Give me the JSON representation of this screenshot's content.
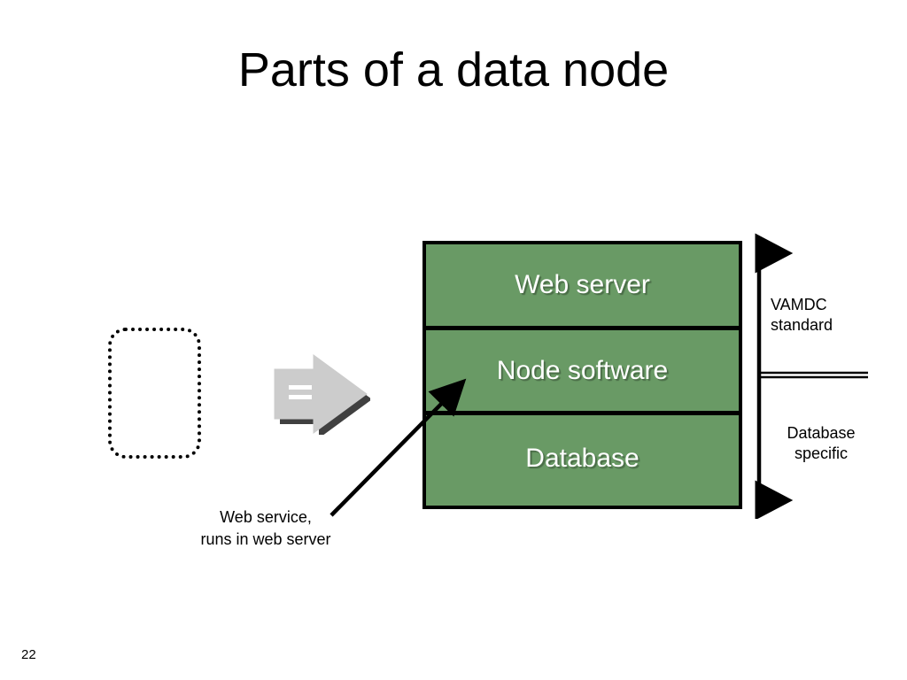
{
  "slide": {
    "title": "Parts of a data node",
    "page_number": "22",
    "background_color": "#ffffff"
  },
  "diagram": {
    "node_stack": {
      "fill_color": "#699a65",
      "border_color": "#000000",
      "text_color": "#ffffff",
      "layers": [
        {
          "label": "Web server"
        },
        {
          "label": "Node software"
        },
        {
          "label": "Database"
        }
      ]
    },
    "placeholder_box": {
      "label": "",
      "border_style": "dotted",
      "border_color": "#000000"
    },
    "equals_arrow": {
      "symbol": "=",
      "fill_color": "#cccccc",
      "shadow_color": "#404040"
    },
    "scale_arrow": {
      "color": "#000000",
      "upper_label": "VAMDC\nstandard",
      "lower_label": "Database\nspecific"
    },
    "callout": {
      "label": "Web service,\nruns in web server",
      "arrow_color": "#000000",
      "points_to": "Node software"
    }
  }
}
